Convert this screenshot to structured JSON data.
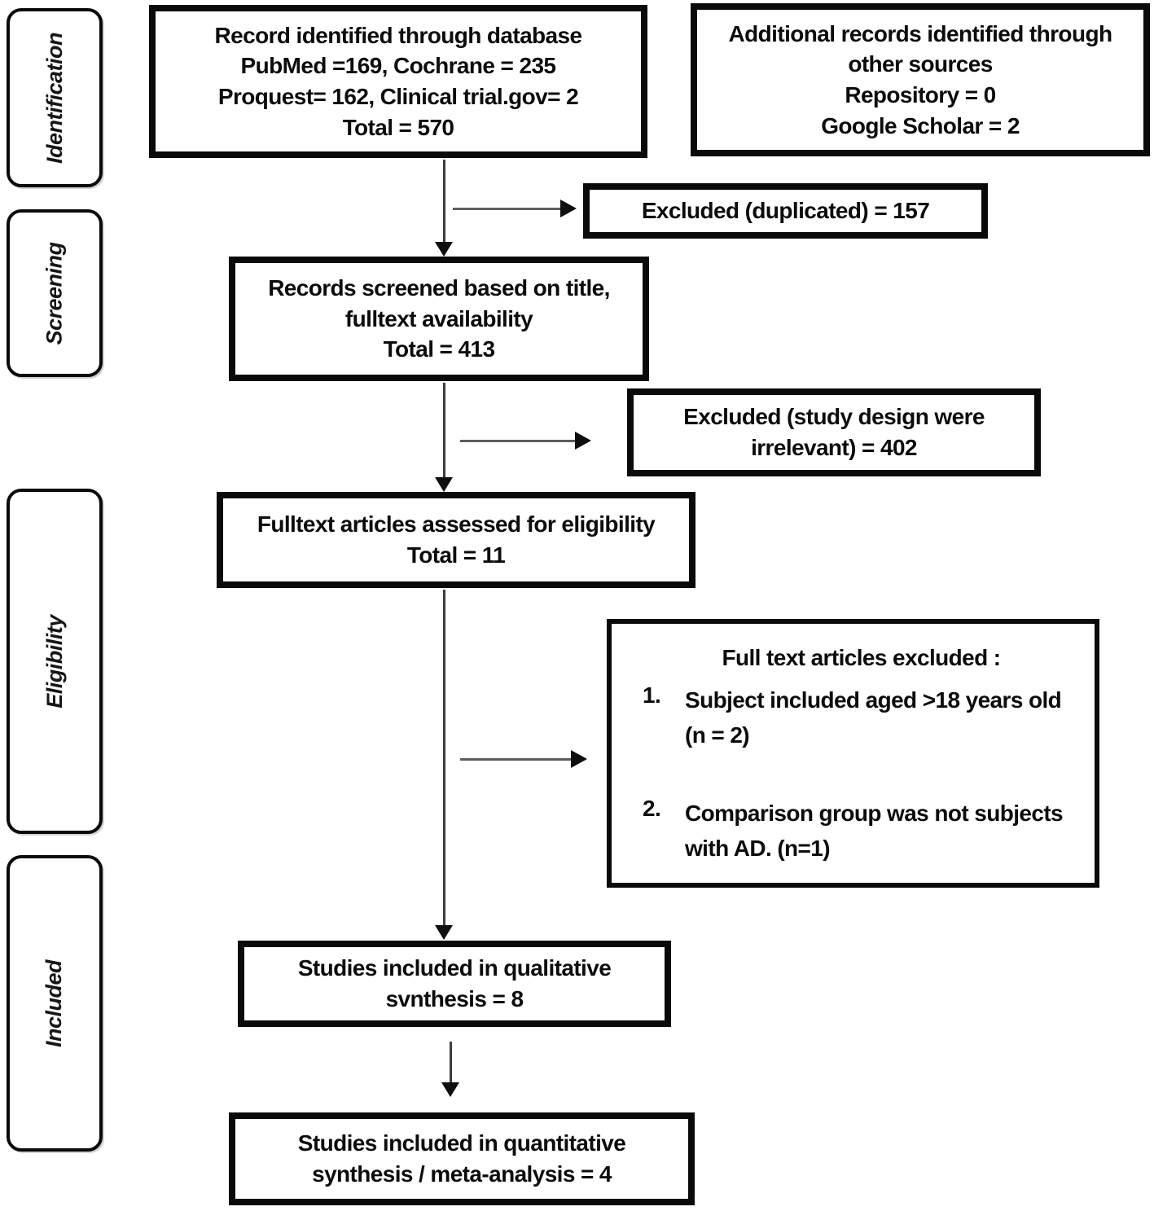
{
  "figure": {
    "type": "prisma-flow-diagram",
    "background_color": "#ffffff",
    "box_border_color": "#0a0a0a",
    "arrow_line_color": "#4d4d4d",
    "arrowhead_color": "#0e0e0e"
  },
  "sidebar": {
    "stages": [
      {
        "label": "Identification"
      },
      {
        "label": "Screening"
      },
      {
        "label": "Eligibility"
      },
      {
        "label": "Included"
      }
    ]
  },
  "boxes": {
    "records_identified": {
      "text": "Record identified through database\nPubMed =169, Cochrane = 235\nProquest= 162, Clinical trial.gov= 2\nTotal = 570"
    },
    "additional_records": {
      "text": "Additional records identified through\nother sources\nRepository = 0\nGoogle Scholar = 2"
    },
    "excluded_duplicated": {
      "text": "Excluded (duplicated) = 157"
    },
    "records_screened": {
      "text": "Records screened based on title,\nfulltext availability\nTotal = 413"
    },
    "excluded_design": {
      "text": "Excluded (study design were\nirrelevant) = 402"
    },
    "fulltext_assessed": {
      "text": "Fulltext articles assessed for eligibility\nTotal = 11"
    },
    "fulltext_excluded": {
      "title": "Full text articles excluded :",
      "items": [
        {
          "num": "1.",
          "text": "Subject included aged >18 years old\n(n = 2)"
        },
        {
          "num": "2.",
          "text": "Comparison group was not subjects\nwith AD. (n=1)"
        }
      ]
    },
    "qualitative_synthesis": {
      "text": "Studies included in qualitative\nsvnthesis = 8"
    },
    "quantitative_synthesis": {
      "text": "Studies included in quantitative\nsynthesis / meta-analysis = 4"
    }
  }
}
